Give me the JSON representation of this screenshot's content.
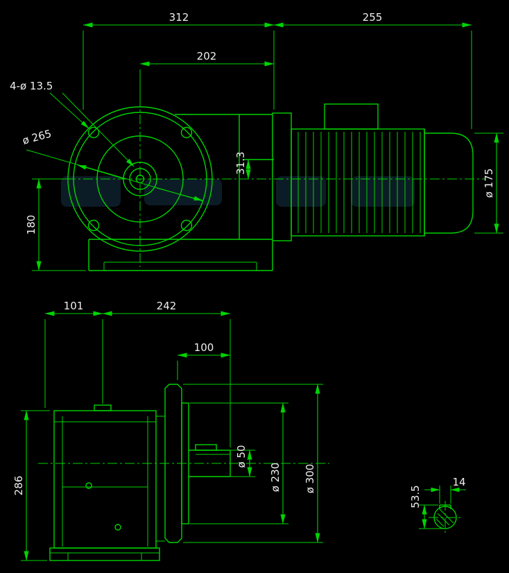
{
  "window": {
    "background": "#000000",
    "line_color": "#00d400",
    "text_color": "#efefef"
  },
  "front_view": {
    "dim_overall_left": "312",
    "dim_motor_length": "255",
    "dim_center_to_face": "202",
    "label_bolt_holes": "4-ø 13.5",
    "dim_bolt_circle": "ø 265",
    "dim_offset": "31.3",
    "dim_motor_diameter": "ø 175",
    "dim_base_height": "180"
  },
  "side_view": {
    "dim_left_width": "101",
    "dim_right_width": "242",
    "dim_shaft_length": "100",
    "dim_shaft_diameter": "ø 50",
    "dim_spigot_diameter": "ø 230",
    "dim_flange_diameter": "ø 300",
    "dim_total_height": "286"
  },
  "key_section": {
    "dim_key_height": "53.5",
    "dim_key_width": "14"
  }
}
